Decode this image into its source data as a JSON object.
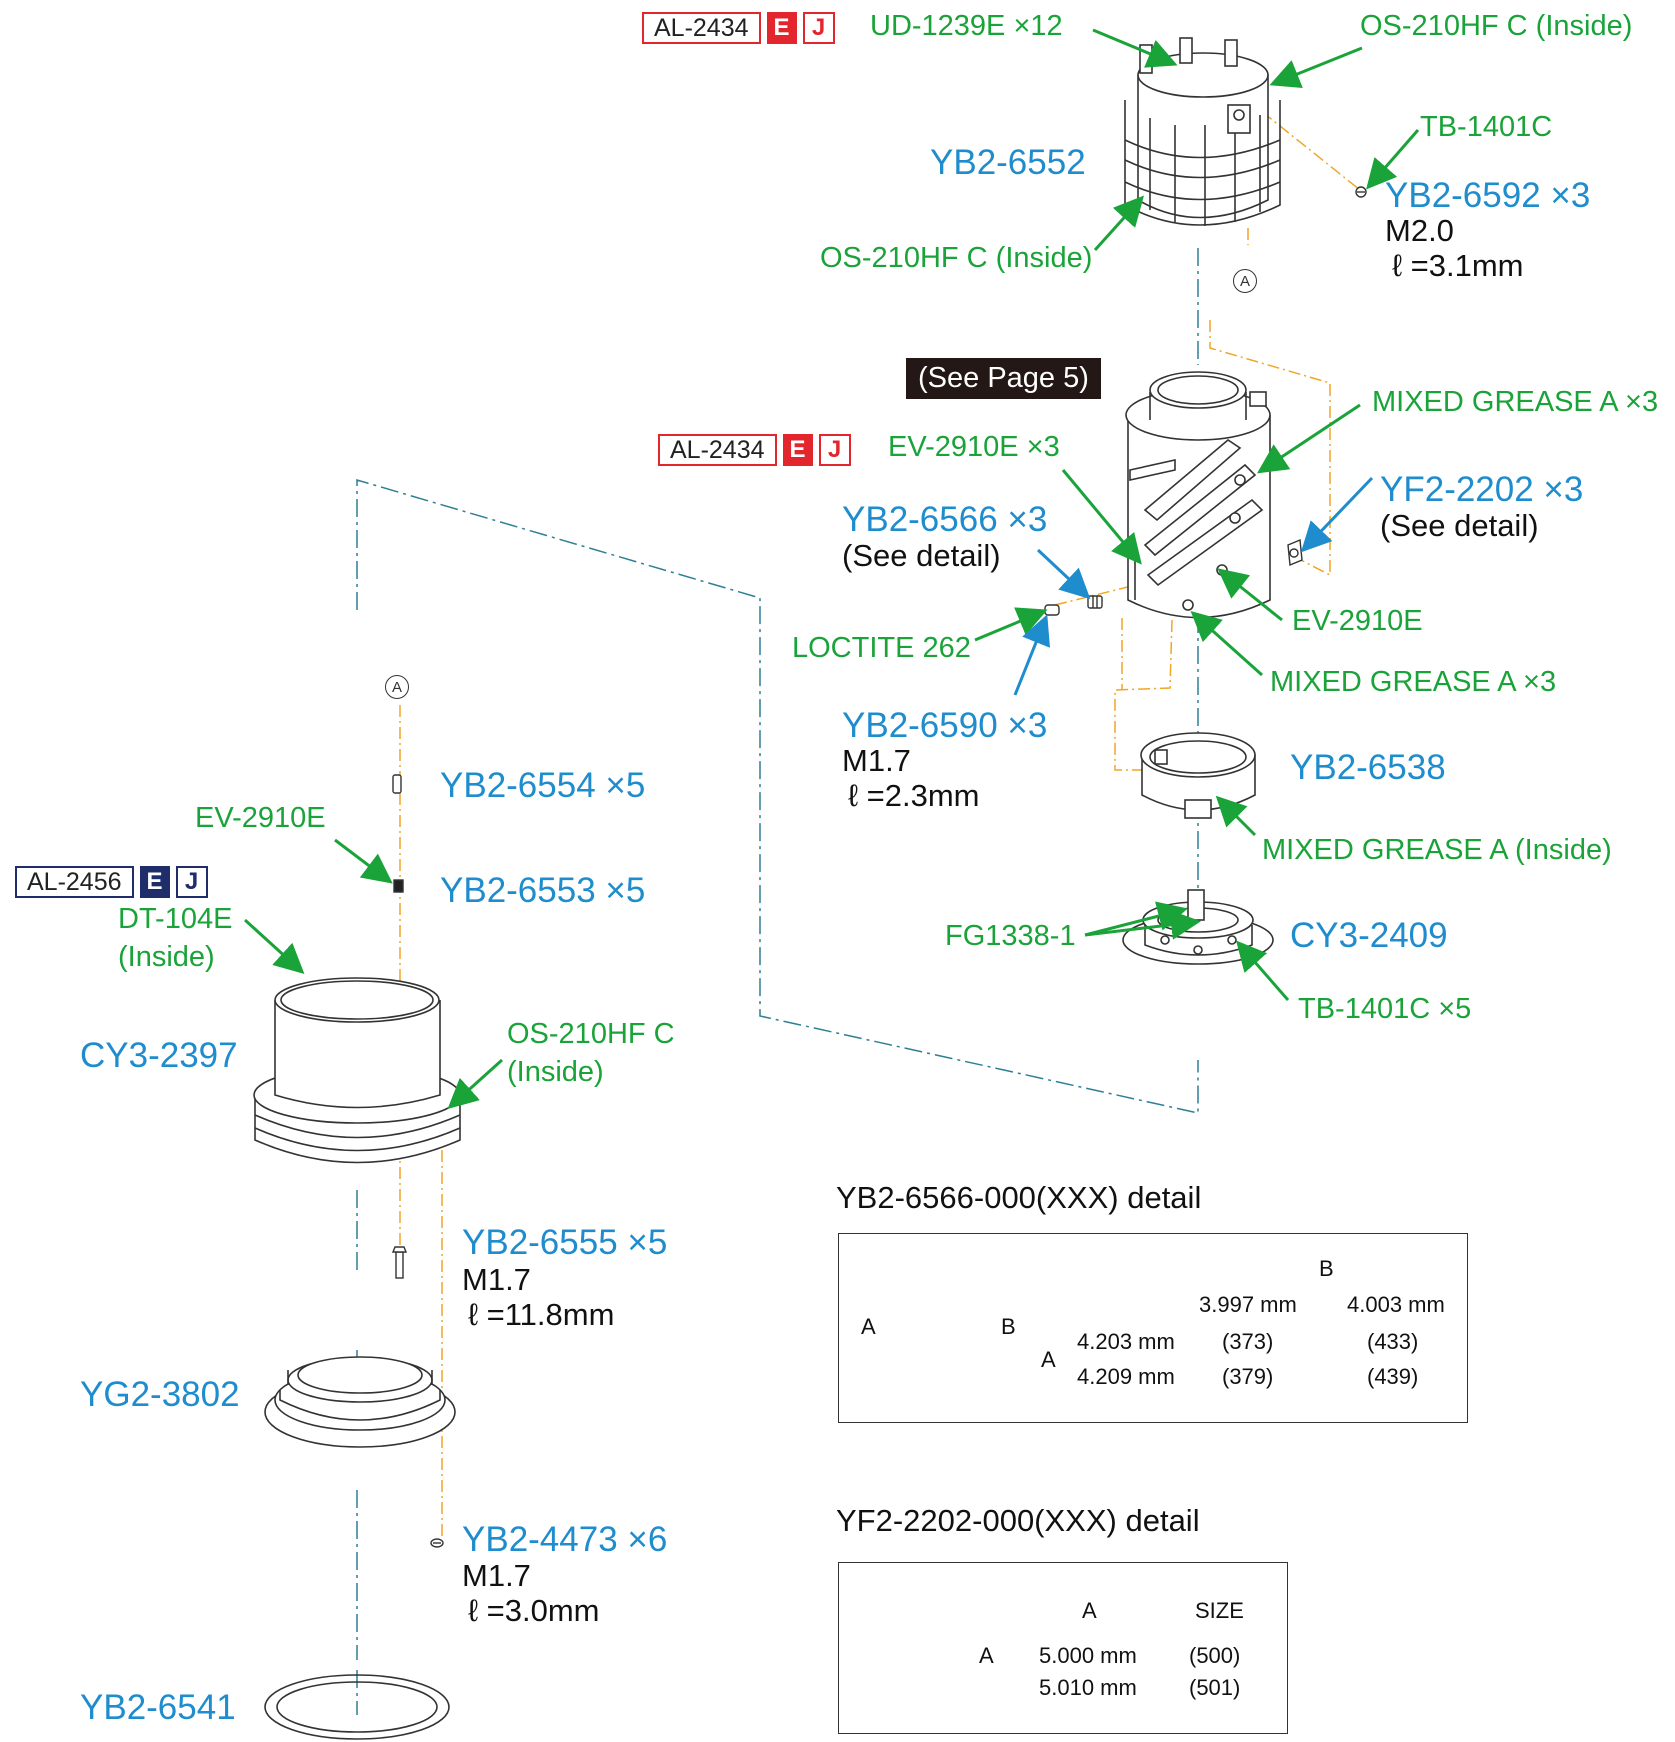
{
  "badges": {
    "al2434_top": {
      "code": "AL-2434",
      "e": "E",
      "j": "J"
    },
    "al2434_mid": {
      "code": "AL-2434",
      "e": "E",
      "j": "J"
    },
    "al2456": {
      "code": "AL-2456",
      "e": "E",
      "j": "J"
    }
  },
  "see_page": "(See Page 5)",
  "circle_marker": "A",
  "labels": {
    "ud1239e": "UD-1239E ×12",
    "os210_top_right": "OS-210HF C (Inside)",
    "yb2_6552": "YB2-6552",
    "tb1401c": "TB-1401C",
    "yb2_6592": "YB2-6592 ×3",
    "yb2_6592_m": "M2.0",
    "yb2_6592_l": "ℓ =3.1mm",
    "os210_top_left": "OS-210HF C (Inside)",
    "mixed_grease_a3_top": "MIXED GREASE A ×3",
    "ev2910e_x3": "EV-2910E ×3",
    "yf2_2202": "YF2-2202 ×3",
    "yf2_2202_see": "(See detail)",
    "yb2_6566": "YB2-6566 ×3",
    "yb2_6566_see": "(See detail)",
    "ev2910e_right": "EV-2910E",
    "loctite": "LOCTITE 262",
    "mixed_grease_a3_mid": "MIXED GREASE A ×3",
    "yb2_6590": "YB2-6590 ×3",
    "yb2_6590_m": "M1.7",
    "yb2_6590_l": "ℓ =2.3mm",
    "yb2_6538": "YB2-6538",
    "mixed_grease_inside": "MIXED GREASE A (Inside)",
    "fg1338": "FG1338-1",
    "cy3_2409": "CY3-2409",
    "tb1401c_x5": "TB-1401C ×5",
    "yb2_6554": "YB2-6554 ×5",
    "ev2910e_left": "EV-2910E",
    "yb2_6553": "YB2-6553 ×5",
    "dt104e": "DT-104E",
    "dt104e_inside": "(Inside)",
    "cy3_2397": "CY3-2397",
    "os210_left_1": "OS-210HF C",
    "os210_left_2": "(Inside)",
    "yb2_6555": "YB2-6555 ×5",
    "yb2_6555_m": "M1.7",
    "yb2_6555_l": "ℓ =11.8mm",
    "yg2_3802": "YG2-3802",
    "yb2_4473": "YB2-4473 ×6",
    "yb2_4473_m": "M1.7",
    "yb2_4473_l": "ℓ =3.0mm",
    "yb2_6541": "YB2-6541"
  },
  "detail_6566": {
    "title": "YB2-6566-000(XXX) detail",
    "col_header": "B",
    "col_b1": "3.997 mm",
    "col_b2": "4.003 mm",
    "row_header": "A",
    "row_a1": "4.203 mm",
    "row_a2": "4.209 mm",
    "c11": "(373)",
    "c12": "(433)",
    "c21": "(379)",
    "c22": "(439)",
    "fig_a": "A",
    "fig_b": "B"
  },
  "detail_2202": {
    "title": "YF2-2202-000(XXX) detail",
    "head_a": "A",
    "head_size": "SIZE",
    "r1_a": "5.000 mm",
    "r1_s": "(500)",
    "r2_a": "5.010 mm",
    "r2_s": "(501)",
    "fig_a": "A"
  },
  "colors": {
    "part_blue": "#1e8ccd",
    "green": "#1aa339",
    "red": "#e3262e",
    "navy": "#1f2d6b",
    "axis_teal": "#2f7f95",
    "guide_orange": "#f0a626"
  }
}
